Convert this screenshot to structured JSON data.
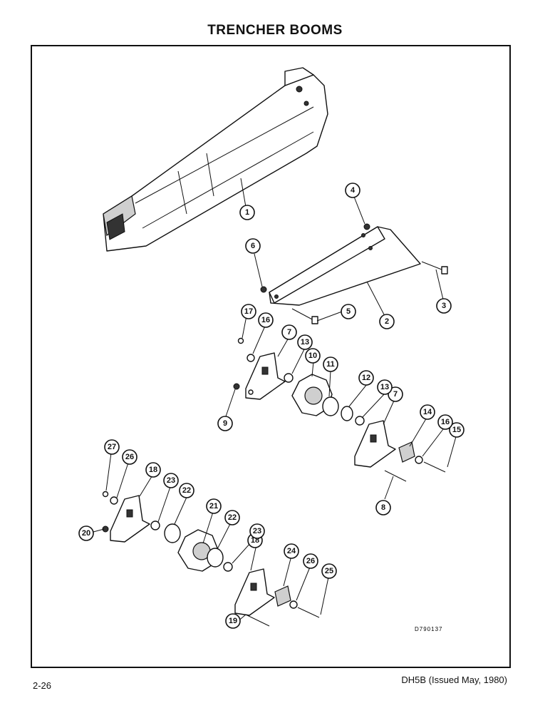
{
  "page": {
    "title": "TRENCHER BOOMS",
    "page_number": "2-26",
    "publication": "DH5B (Issued May, 1980)",
    "drawing_code": "D790137"
  },
  "callouts": [
    "1",
    "2",
    "3",
    "4",
    "5",
    "6",
    "7",
    "8",
    "9",
    "10",
    "11",
    "12",
    "13",
    "14",
    "15",
    "16",
    "17",
    "18",
    "19",
    "20",
    "21",
    "22",
    "23",
    "24",
    "25",
    "26",
    "27"
  ]
}
